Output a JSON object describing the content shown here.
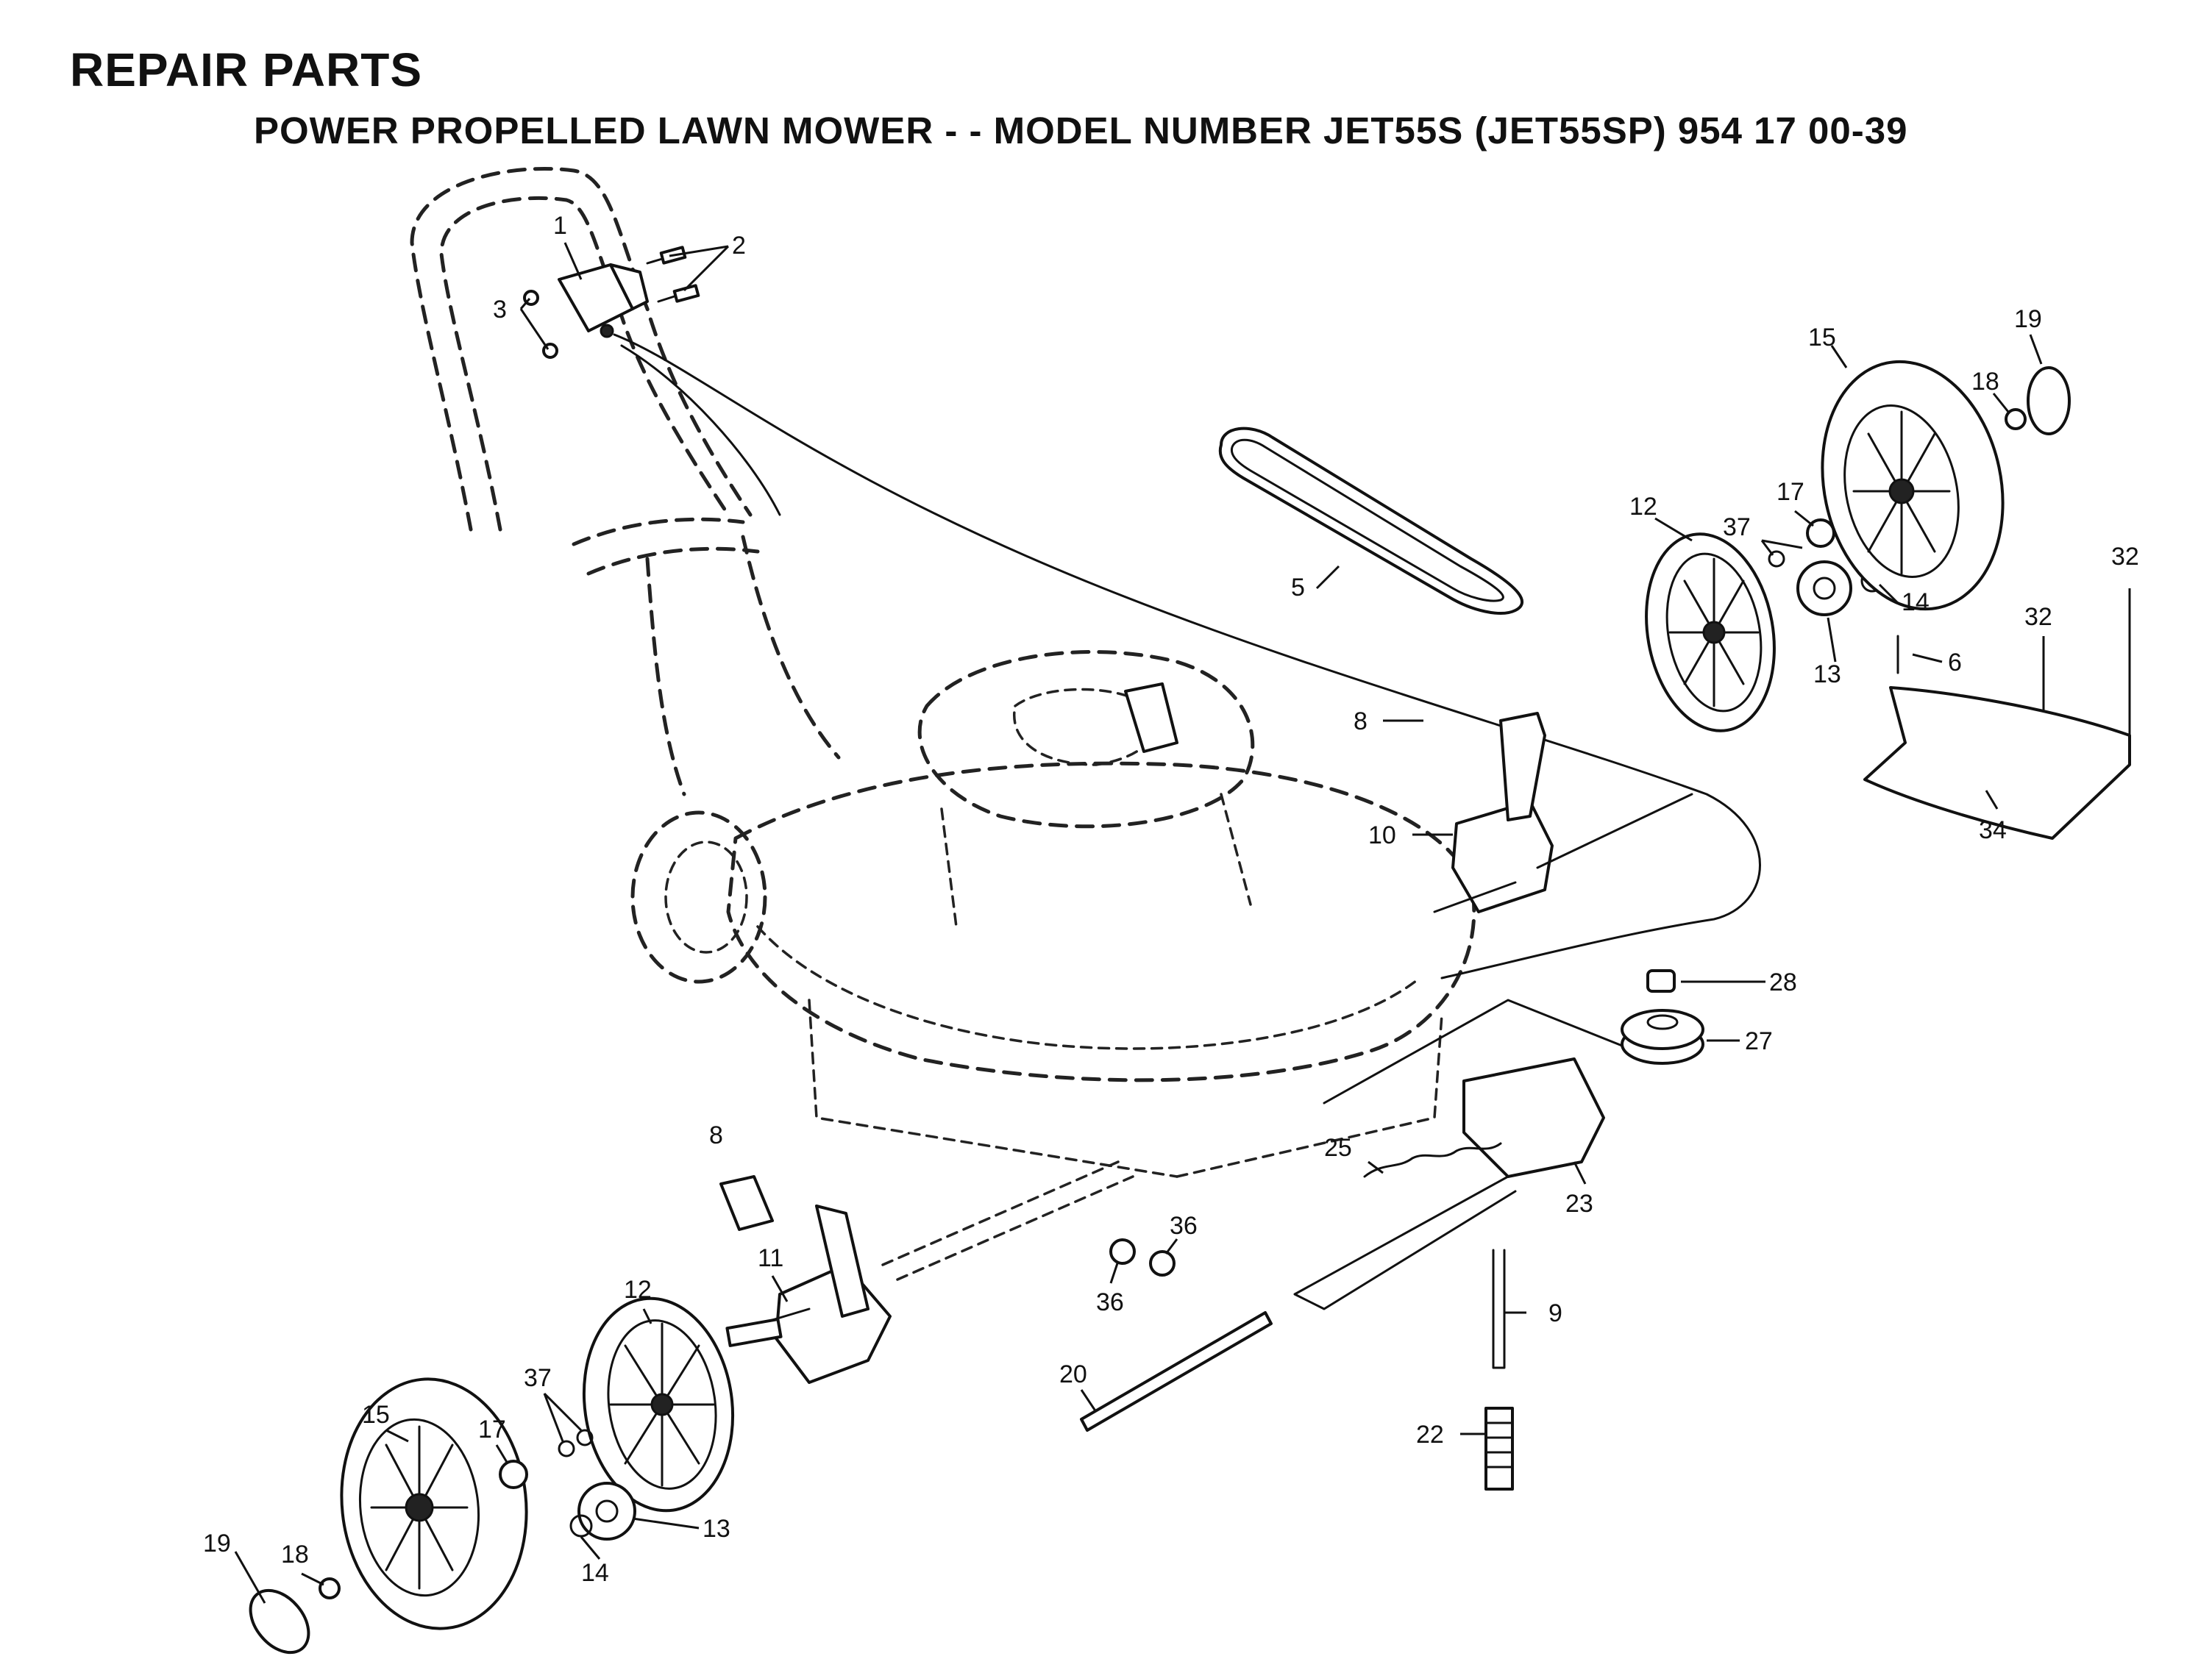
{
  "title": "REPAIR PARTS",
  "subtitle": "POWER PROPELLED LAWN MOWER - - MODEL NUMBER JET55S (JET55SP) 954 17 00-39",
  "parts": [
    {
      "key": "p1",
      "number": "1"
    },
    {
      "key": "p2",
      "number": "2"
    },
    {
      "key": "p3",
      "number": "3"
    },
    {
      "key": "p5",
      "number": "5"
    },
    {
      "key": "p6",
      "number": "6"
    },
    {
      "key": "p8",
      "number": "8"
    },
    {
      "key": "p9",
      "number": "9"
    },
    {
      "key": "p10",
      "number": "10"
    },
    {
      "key": "p11",
      "number": "11"
    },
    {
      "key": "p12",
      "number": "12"
    },
    {
      "key": "p13",
      "number": "13"
    },
    {
      "key": "p14",
      "number": "14"
    },
    {
      "key": "p15",
      "number": "15"
    },
    {
      "key": "p17",
      "number": "17"
    },
    {
      "key": "p18",
      "number": "18"
    },
    {
      "key": "p19",
      "number": "19"
    },
    {
      "key": "p20",
      "number": "20"
    },
    {
      "key": "p22",
      "number": "22"
    },
    {
      "key": "p23",
      "number": "23"
    },
    {
      "key": "p25",
      "number": "25"
    },
    {
      "key": "p27",
      "number": "27"
    },
    {
      "key": "p28",
      "number": "28"
    },
    {
      "key": "p32",
      "number": "32"
    },
    {
      "key": "p34",
      "number": "34"
    },
    {
      "key": "p36",
      "number": "36"
    },
    {
      "key": "p37",
      "number": "37"
    }
  ]
}
